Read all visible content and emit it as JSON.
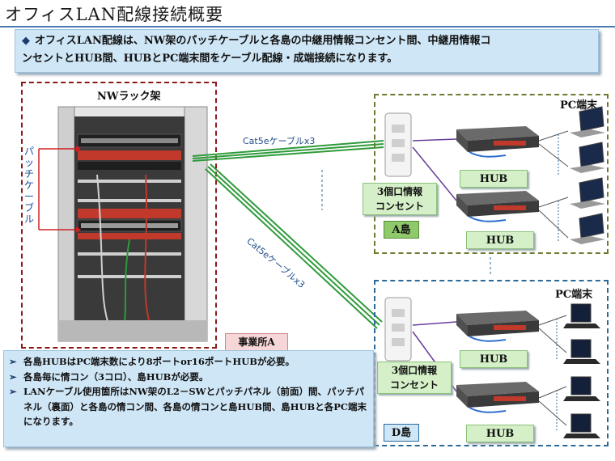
{
  "title": "オフィスLAN配線接続概要",
  "banner": {
    "bullet": "◆",
    "line1": "オフィスLAN配線は、NW架のパッチケーブルと各島の中継用情報コンセント間、中継用情報コ",
    "line2": "ンセントとHUB間、HUBとPC端末間をケーブル配線・成端接続になります。"
  },
  "rack": {
    "label": "NWラック架",
    "patch_label": "パッチケーブル",
    "office_label": "事業所A"
  },
  "cables": {
    "top": "Cat5eケーブルx3",
    "bottom": "Cat5eケーブルx3"
  },
  "island_a": {
    "pc_label": "PC端末",
    "hub1": "HUB",
    "hub2": "HUB",
    "outlet_line1": "3個口情報",
    "outlet_line2": "コンセント",
    "name": "A島"
  },
  "island_d": {
    "pc_label": "PC端末",
    "hub1": "HUB",
    "hub2": "HUB",
    "outlet_line1": "3個口情報",
    "outlet_line2": "コンセント",
    "name": "D島"
  },
  "notes": {
    "arrow": "➢",
    "items": [
      "各島HUBはPC端末数により8ポートor16ポートHUBが必要。",
      "各島毎に情コン（3コロ）、島HUBが必要。",
      "LANケーブル使用箇所はNW架のL2－SWとパッチパネル（前面）間、パッチパネル（裏面）と各島の情コン間、各島の情コンと島HUB間、島HUBと各PC端末になります。"
    ]
  },
  "colors": {
    "title_rule": "#4a7ab0",
    "banner_bg": "#cfe6f6",
    "rack_frame": "#8b1a1a",
    "island_a_frame": "#6b7a2e",
    "island_d_frame": "#2a6a9a",
    "cable": "#2e9a3a",
    "pc_link": "#6a3d9a",
    "label_box": "#d5f0c8"
  }
}
